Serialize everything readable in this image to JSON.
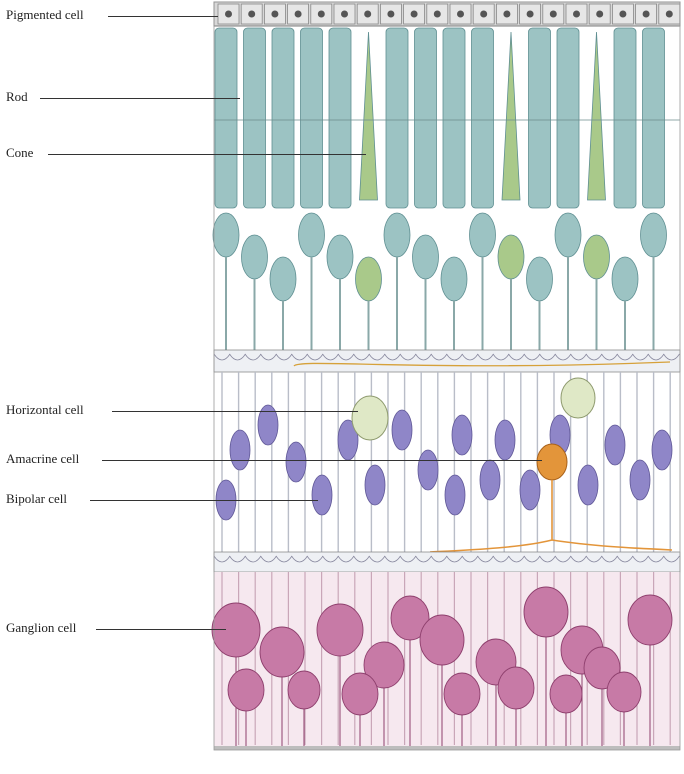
{
  "labels": [
    {
      "key": "pigmented",
      "text": "Pigmented cell"
    },
    {
      "key": "rod",
      "text": "Rod"
    },
    {
      "key": "cone",
      "text": "Cone"
    },
    {
      "key": "horizontal",
      "text": "Horizontal cell"
    },
    {
      "key": "amacrine",
      "text": "Amacrine cell"
    },
    {
      "key": "bipolar",
      "text": "Bipolar cell"
    },
    {
      "key": "ganglion",
      "text": "Ganglion cell"
    }
  ],
  "colors": {
    "rod": "#9cc3c3",
    "rod_dark": "#5f8f92",
    "cone": "#a9c98a",
    "horizontal": "#dfe8c6",
    "amacrine": "#e3953a",
    "bipolar": "#8f86c8",
    "ganglion": "#c77aa6",
    "ganglion_dark": "#8e3f6d",
    "pigment": "#d8d8d8",
    "membrane": "#7d7d7d"
  }
}
